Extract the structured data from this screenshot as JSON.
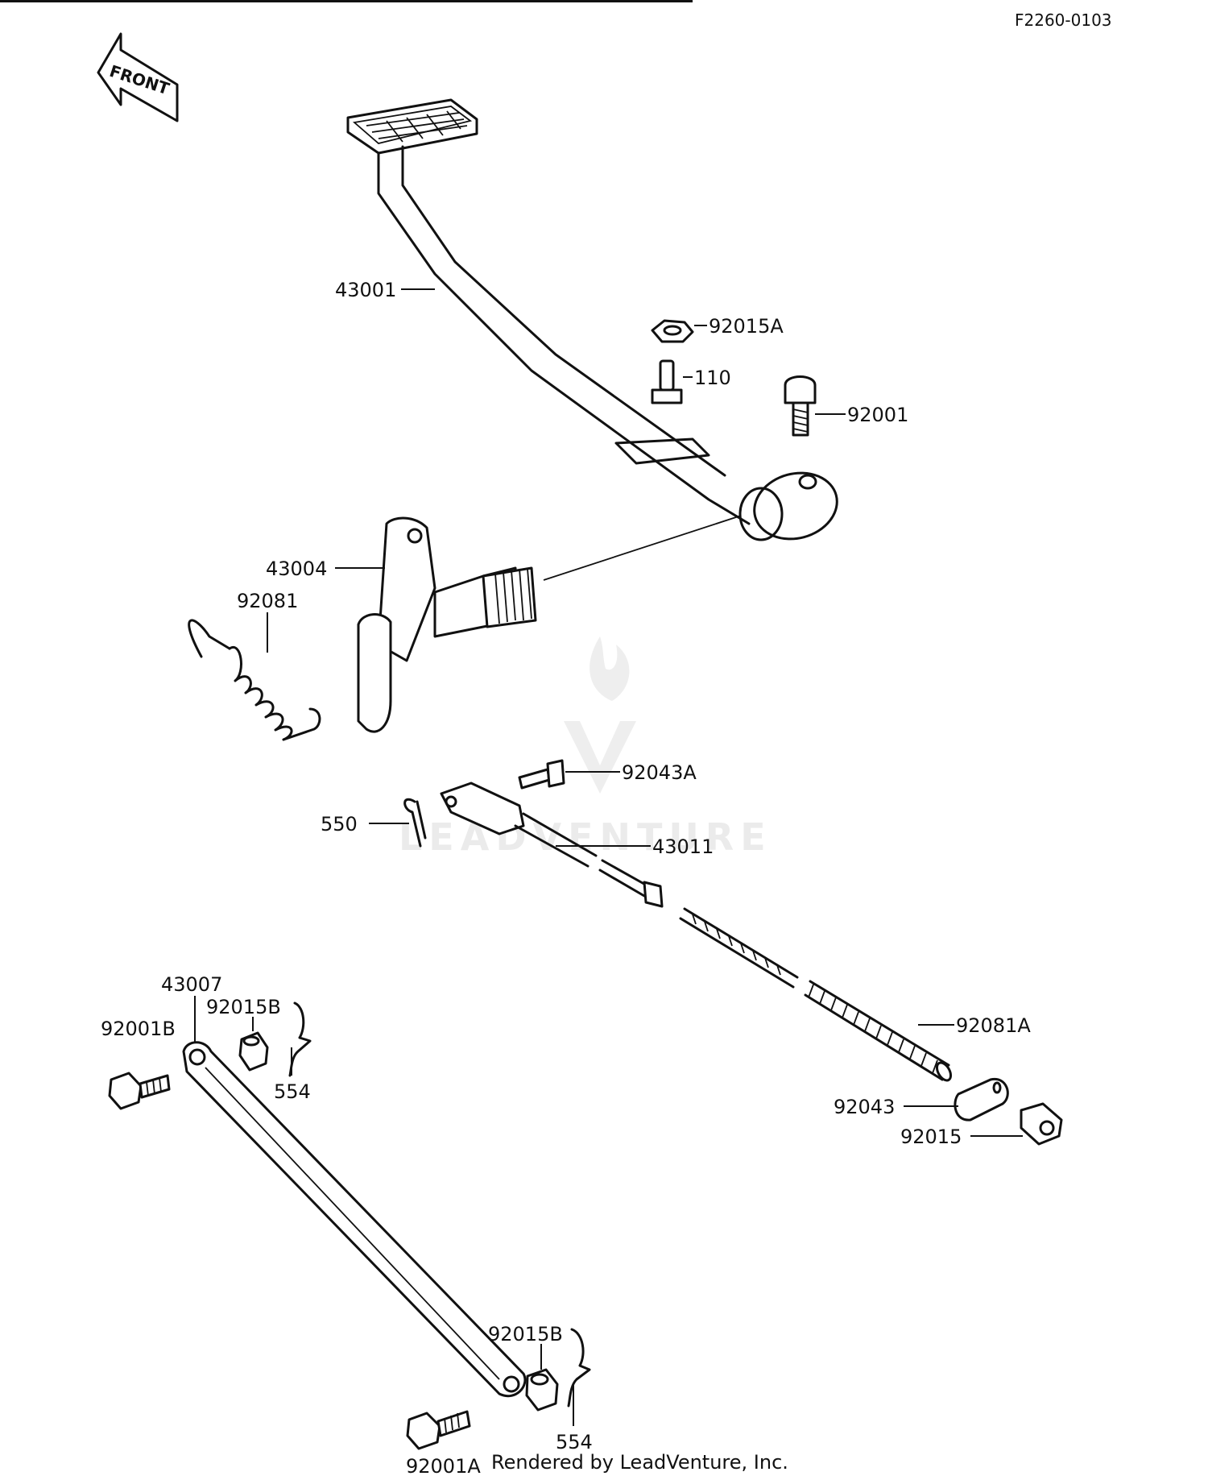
{
  "diagram_code": "F2260-0103",
  "front_label": "FRONT",
  "watermark": "LEADVENTURE",
  "footer": "Rendered by LeadVenture, Inc.",
  "part_labels": {
    "p43001": "43001",
    "p92015A": "92015A",
    "p110": "110",
    "p92001": "92001",
    "p43004": "43004",
    "p92081": "92081",
    "p92043A": "92043A",
    "p550": "550",
    "p43011": "43011",
    "p43007": "43007",
    "p92015B_top": "92015B",
    "p92001B": "92001B",
    "p554_top": "554",
    "p92081A": "92081A",
    "p92043": "92043",
    "p92015": "92015",
    "p92015B_bottom": "92015B",
    "p554_bottom": "554",
    "p92001A": "92001A"
  }
}
